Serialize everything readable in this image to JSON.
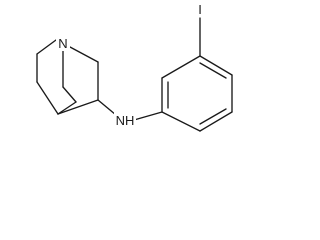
{
  "molecule": {
    "atoms": {
      "nitrogen_bridgehead": "N",
      "amine": "NH",
      "iodine": "I"
    }
  },
  "colors": {
    "ink": "#1a1a1a",
    "background": "#ffffff"
  }
}
